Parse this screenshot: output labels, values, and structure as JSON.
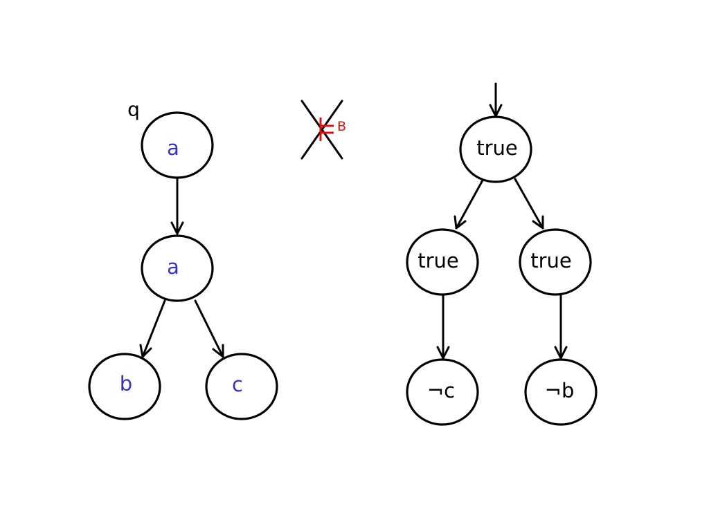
{
  "colors": {
    "node_text_left": "#3333bb",
    "node_text_right": "#000000",
    "relation": "#e01010",
    "stroke": "#000000"
  },
  "left_tree": {
    "state_label": "q",
    "nodes": [
      {
        "id": "root",
        "label": "a"
      },
      {
        "id": "mid",
        "label": "a"
      },
      {
        "id": "leaf-left",
        "label": "b"
      },
      {
        "id": "leaf-right",
        "label": "c"
      }
    ]
  },
  "relation": {
    "subscript": "B"
  },
  "right_tree": {
    "nodes": [
      {
        "id": "root",
        "label": "true"
      },
      {
        "id": "mid-left",
        "label": "true"
      },
      {
        "id": "mid-right",
        "label": "true"
      },
      {
        "id": "leaf-left",
        "label": "¬c"
      },
      {
        "id": "leaf-right",
        "label": "¬b"
      }
    ]
  }
}
